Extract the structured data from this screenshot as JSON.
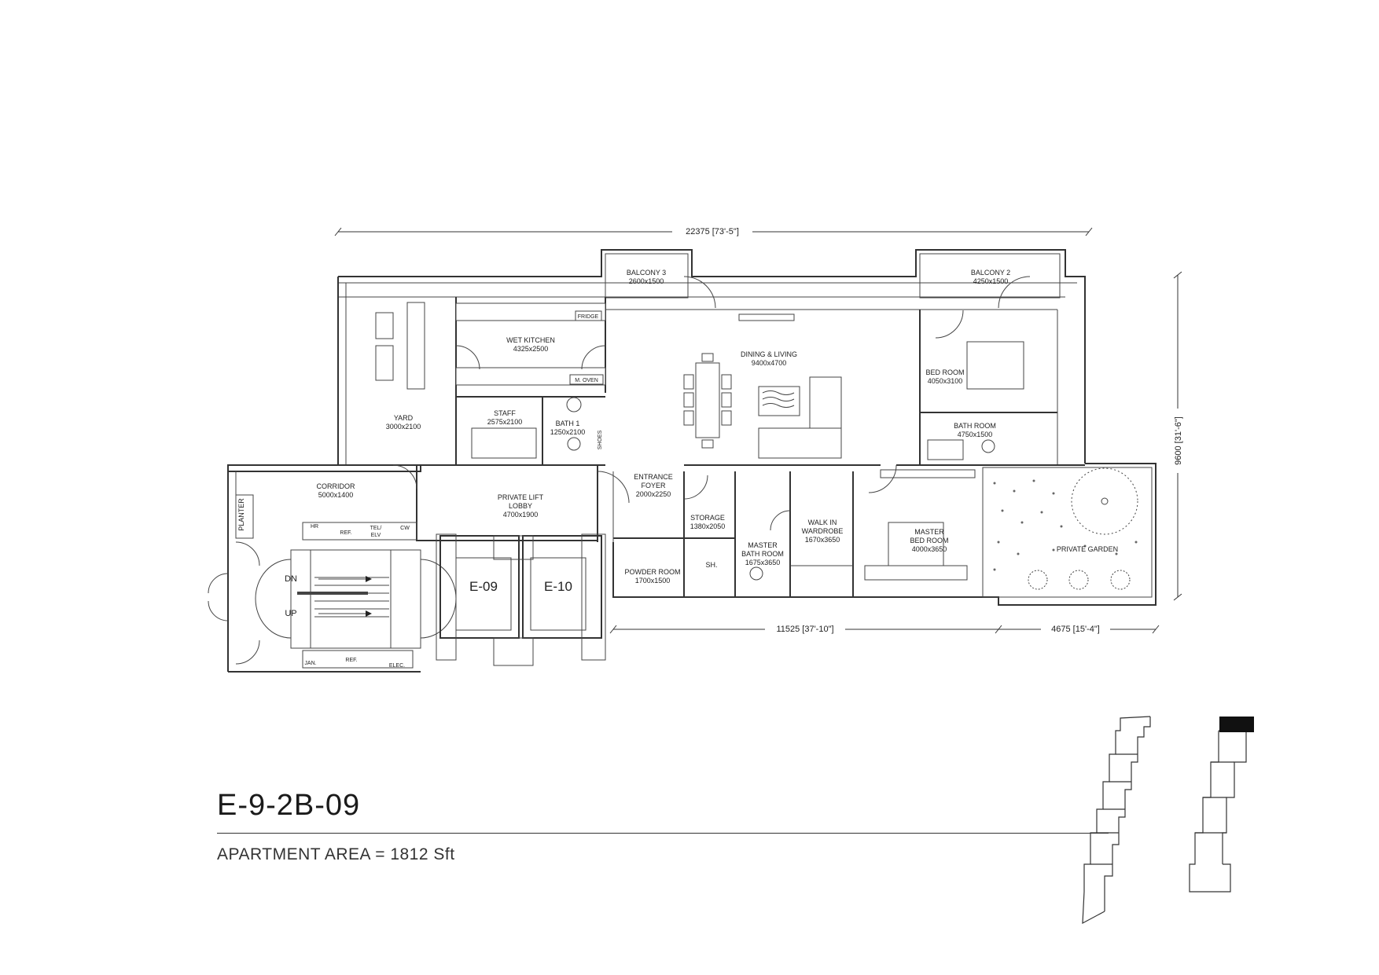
{
  "unit": {
    "name": "E-9-2B-09",
    "area_label": "APARTMENT AREA = 1812 Sft"
  },
  "dimensions": {
    "overall_width": "22375 [73'-5\"]",
    "overall_depth": "9600 [31'-6\"]",
    "interior_width": "11525 [37'-10\"]",
    "garden_width": "4675 [15'-4\"]"
  },
  "rooms": {
    "balcony3": {
      "name": "BALCONY 3",
      "size": "2600x1500"
    },
    "balcony2": {
      "name": "BALCONY 2",
      "size": "4250x1500"
    },
    "wet_kitchen": {
      "name": "WET KITCHEN",
      "size": "4325x2500"
    },
    "dining_living": {
      "name": "DINING & LIVING",
      "size": "9400x4700"
    },
    "bedroom": {
      "name": "BED ROOM",
      "size": "4050x3100"
    },
    "yard": {
      "name": "YARD",
      "size": "3000x2100"
    },
    "staff": {
      "name": "STAFF",
      "size": "2575x2100"
    },
    "bath1": {
      "name": "BATH 1",
      "size": "1250x2100"
    },
    "bathroom": {
      "name": "BATH ROOM",
      "size": "4750x1500"
    },
    "corridor": {
      "name": "CORRIDOR",
      "size": "5000x1400"
    },
    "private_lift_lobby": {
      "name": "PRIVATE LIFT\nLOBBY",
      "line1": "PRIVATE LIFT",
      "line2": "LOBBY",
      "size": "4700x1900"
    },
    "entrance_foyer": {
      "line1": "ENTRANCE",
      "line2": "FOYER",
      "size": "2000x2250"
    },
    "storage": {
      "name": "STORAGE",
      "size": "1380x2050"
    },
    "walk_in_wardrobe": {
      "line1": "WALK IN",
      "line2": "WARDROBE",
      "size": "1670x3650"
    },
    "master_bedroom": {
      "line1": "MASTER",
      "line2": "BED ROOM",
      "size": "4000x3650"
    },
    "master_bathroom": {
      "line1": "MASTER",
      "line2": "BATH ROOM",
      "size": "1675x3650"
    },
    "powder_room": {
      "name": "POWDER ROOM",
      "size": "1700x1500"
    },
    "private_garden": {
      "name": "PRIVATE GARDEN"
    }
  },
  "fixtures": {
    "fridge": "FRIDGE",
    "m_oven": "M. OVEN",
    "shoes": "SHOES",
    "planter": "PLANTER",
    "sh": "SH.",
    "dn": "DN",
    "up": "UP",
    "hr": "HR",
    "ref": "REF.",
    "tel_elv_1": "TEL/",
    "tel_elv_2": "ELV",
    "cw": "CW",
    "jan": "JAN.",
    "ref2": "REF.",
    "elec": "ELEC."
  },
  "lifts": {
    "lift1": "E-09",
    "lift2": "E-10"
  }
}
